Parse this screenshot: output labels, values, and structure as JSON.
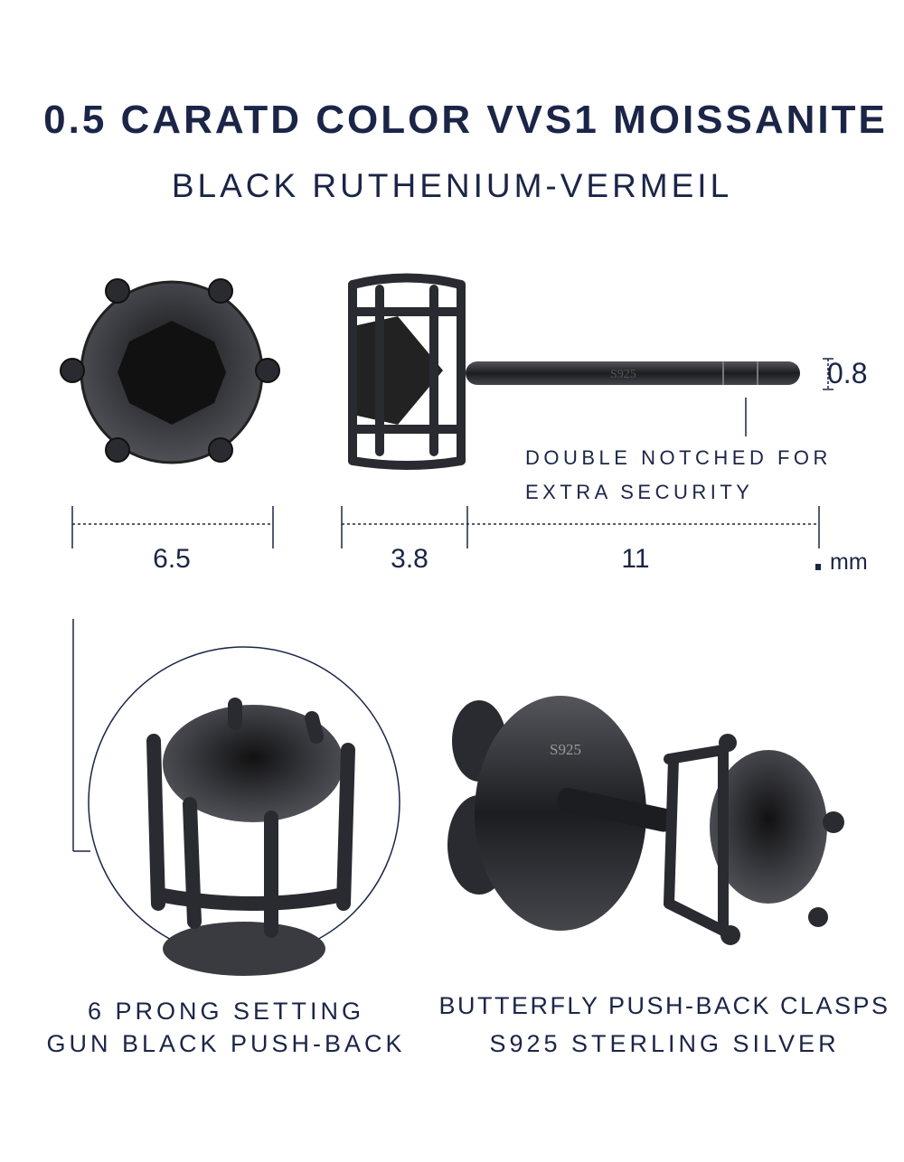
{
  "header": {
    "title": "0.5 CARATD COLOR VVS1 MOISSANITE",
    "subtitle": "BLACK RUTHENIUM-VERMEIL"
  },
  "dimensions": {
    "stone_diameter": "6.5",
    "setting_height": "3.8",
    "post_length": "11",
    "post_diameter": "0.8",
    "unit": "mm"
  },
  "notes": {
    "notch_line1": "DOUBLE NOTCHED FOR",
    "notch_line2": "EXTRA SECURITY",
    "post_stamp": "S925",
    "back_stamp": "S925"
  },
  "captions": {
    "left_line1": "6 PRONG SETTING",
    "left_line2": "GUN BLACK PUSH-BACK",
    "right_line1": "BUTTERFLY PUSH-BACK CLASPS",
    "right_line2": "S925 STERLING SILVER"
  },
  "colors": {
    "text": "#1b2547",
    "metal": "#2a2b30",
    "stone": "#3a3b40"
  }
}
